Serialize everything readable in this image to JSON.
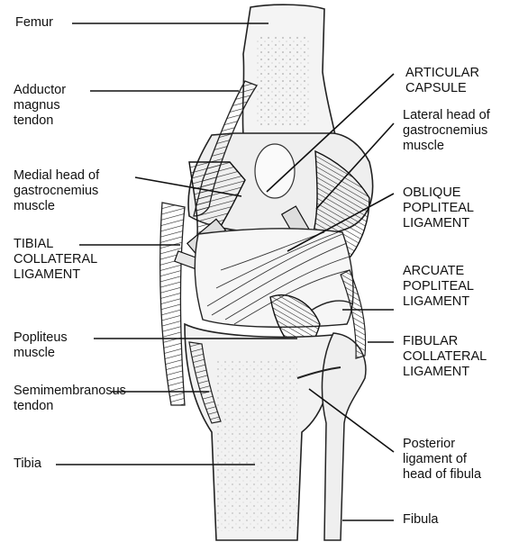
{
  "diagram": {
    "colors": {
      "ink": "#111111",
      "paper": "#ffffff",
      "shade": "#555555"
    },
    "labels": {
      "femur": "Femur",
      "adductor": "Adductor\nmagnus\ntendon",
      "medial_head": "Medial head of\ngastrocnemius\nmuscle",
      "tibial_collateral": "TIBIAL\nCOLLATERAL\nLIGAMENT",
      "popliteus": "Popliteus\nmuscle",
      "semimembranosus": "Semimembranosus\ntendon",
      "tibia": "Tibia",
      "articular_capsule": "ARTICULAR\nCAPSULE",
      "lateral_head": "Lateral head of\ngastrocnemius\nmuscle",
      "oblique": "OBLIQUE\nPOPLITEAL\nLIGAMENT",
      "arcuate": "ARCUATE\nPOPLITEAL\nLIGAMENT",
      "fibular_collateral": "FIBULAR\nCOLLATERAL\nLIGAMENT",
      "posterior_ligament": "Posterior\nligament of\nhead of fibula",
      "fibula": "Fibula"
    }
  }
}
